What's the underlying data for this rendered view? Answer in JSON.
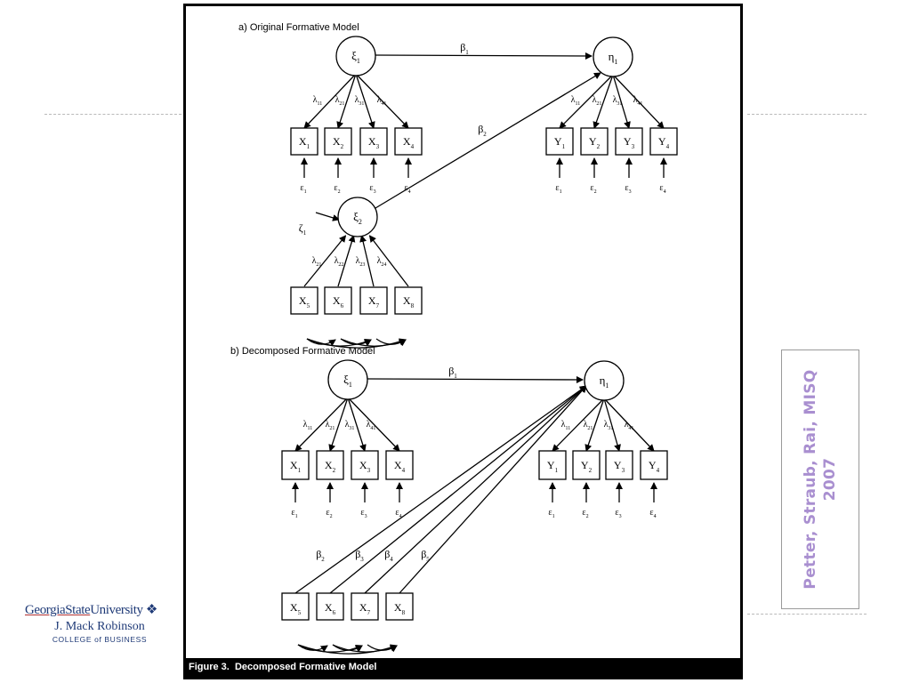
{
  "figure": {
    "caption": "Figure 3.  Decomposed Formative Model",
    "panel_a": {
      "title": "a) Original Formative Model",
      "xi1": {
        "sym": "ξ",
        "sub": "1"
      },
      "eta1": {
        "sym": "η",
        "sub": "1"
      },
      "xi2": {
        "sym": "ξ",
        "sub": "2"
      },
      "zeta": {
        "sym": "ζ",
        "sub": "1"
      },
      "beta1": {
        "sym": "β",
        "sub": "1"
      },
      "beta2": {
        "sym": "β",
        "sub": "2"
      },
      "x_indicators": [
        {
          "sym": "X",
          "sub": "1"
        },
        {
          "sym": "X",
          "sub": "2"
        },
        {
          "sym": "X",
          "sub": "3"
        },
        {
          "sym": "X",
          "sub": "4"
        }
      ],
      "x_errors": [
        {
          "sym": "ε",
          "sub": "1"
        },
        {
          "sym": "ε",
          "sub": "2"
        },
        {
          "sym": "ε",
          "sub": "3"
        },
        {
          "sym": "ε",
          "sub": "4"
        }
      ],
      "x_loadings": [
        {
          "sym": "λ",
          "sub": "11"
        },
        {
          "sym": "λ",
          "sub": "21"
        },
        {
          "sym": "λ",
          "sub": "31"
        },
        {
          "sym": "λ",
          "sub": "41"
        }
      ],
      "y_indicators": [
        {
          "sym": "Y",
          "sub": "1"
        },
        {
          "sym": "Y",
          "sub": "2"
        },
        {
          "sym": "Y",
          "sub": "3"
        },
        {
          "sym": "Y",
          "sub": "4"
        }
      ],
      "y_errors": [
        {
          "sym": "ε",
          "sub": "1"
        },
        {
          "sym": "ε",
          "sub": "2"
        },
        {
          "sym": "ε",
          "sub": "3"
        },
        {
          "sym": "ε",
          "sub": "4"
        }
      ],
      "y_loadings": [
        {
          "sym": "λ",
          "sub": "11"
        },
        {
          "sym": "λ",
          "sub": "21"
        },
        {
          "sym": "λ",
          "sub": "31"
        },
        {
          "sym": "λ",
          "sub": "41"
        }
      ],
      "formative_indicators": [
        {
          "sym": "X",
          "sub": "5"
        },
        {
          "sym": "X",
          "sub": "6"
        },
        {
          "sym": "X",
          "sub": "7"
        },
        {
          "sym": "X",
          "sub": "8"
        }
      ],
      "formative_weights": [
        {
          "sym": "λ",
          "sub": "21"
        },
        {
          "sym": "λ",
          "sub": "22"
        },
        {
          "sym": "λ",
          "sub": "23"
        },
        {
          "sym": "λ",
          "sub": "24"
        }
      ]
    },
    "panel_b": {
      "title": "b) Decomposed Formative Model",
      "xi1": {
        "sym": "ξ",
        "sub": "1"
      },
      "eta1": {
        "sym": "η",
        "sub": "1"
      },
      "beta1": {
        "sym": "β",
        "sub": "1"
      },
      "x_indicators": [
        {
          "sym": "X",
          "sub": "1"
        },
        {
          "sym": "X",
          "sub": "2"
        },
        {
          "sym": "X",
          "sub": "3"
        },
        {
          "sym": "X",
          "sub": "4"
        }
      ],
      "x_errors": [
        {
          "sym": "ε",
          "sub": "1"
        },
        {
          "sym": "ε",
          "sub": "2"
        },
        {
          "sym": "ε",
          "sub": "3"
        },
        {
          "sym": "ε",
          "sub": "4"
        }
      ],
      "x_loadings": [
        {
          "sym": "λ",
          "sub": "11"
        },
        {
          "sym": "λ",
          "sub": "21"
        },
        {
          "sym": "λ",
          "sub": "31"
        },
        {
          "sym": "λ",
          "sub": "41"
        }
      ],
      "y_indicators": [
        {
          "sym": "Y",
          "sub": "1"
        },
        {
          "sym": "Y",
          "sub": "2"
        },
        {
          "sym": "Y",
          "sub": "3"
        },
        {
          "sym": "Y",
          "sub": "4"
        }
      ],
      "y_errors": [
        {
          "sym": "ε",
          "sub": "1"
        },
        {
          "sym": "ε",
          "sub": "2"
        },
        {
          "sym": "ε",
          "sub": "3"
        },
        {
          "sym": "ε",
          "sub": "4"
        }
      ],
      "y_loadings": [
        {
          "sym": "λ",
          "sub": "11"
        },
        {
          "sym": "λ",
          "sub": "21"
        },
        {
          "sym": "λ",
          "sub": "31"
        },
        {
          "sym": "λ",
          "sub": "41"
        }
      ],
      "formative_indicators": [
        {
          "sym": "X",
          "sub": "5"
        },
        {
          "sym": "X",
          "sub": "6"
        },
        {
          "sym": "X",
          "sub": "7"
        },
        {
          "sym": "X",
          "sub": "8"
        }
      ],
      "direct_paths": [
        {
          "sym": "β",
          "sub": "2"
        },
        {
          "sym": "β",
          "sub": "3"
        },
        {
          "sym": "β",
          "sub": "4"
        },
        {
          "sym": "β",
          "sub": "5"
        }
      ]
    }
  },
  "citation": "Petter, Straub, Rai, MISQ 2007",
  "logo": {
    "line1_a": "GeorgiaState",
    "line1_b": "University",
    "line2": "J. Mack Robinson",
    "line3": "COLLEGE of BUSINESS"
  },
  "colors": {
    "citation_text": "#a98fd0",
    "logo_text": "#1f3a77",
    "caption_bar": "#000000",
    "dash_lines": "#b9b9b9"
  }
}
